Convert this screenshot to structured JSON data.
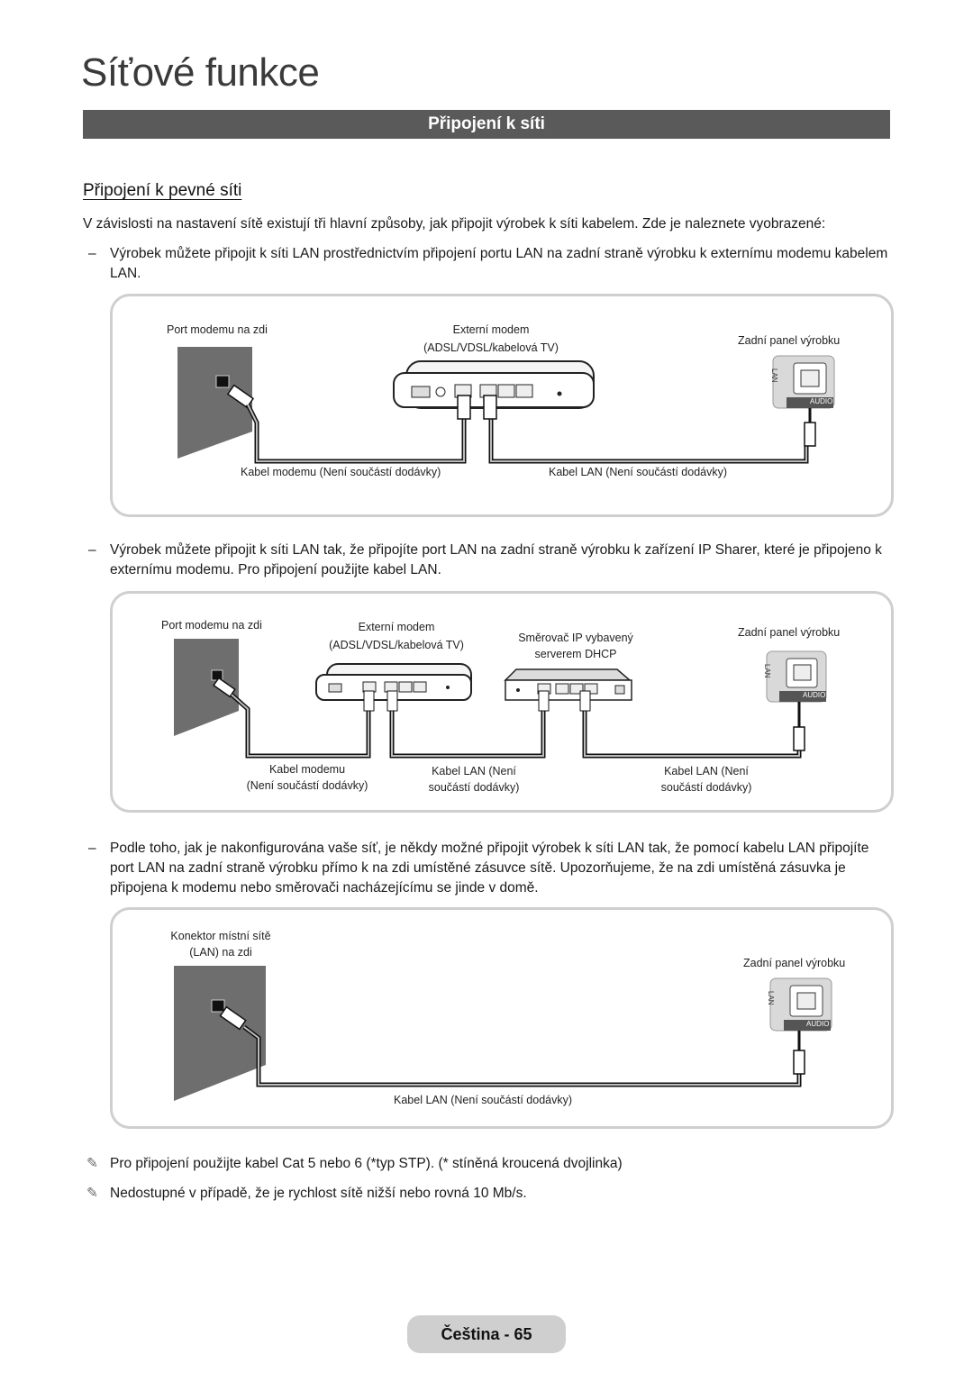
{
  "page": {
    "title": "Síťové funkce",
    "section_bar": "Připojení k síti",
    "subheading": "Připojení k pevné síti",
    "intro": "V závislosti na nastavení sítě existují tři hlavní způsoby, jak připojit výrobek k síti kabelem. Zde je naleznete vyobrazené:",
    "bullet_dash": "–",
    "bullets": [
      "Výrobek můžete připojit k síti LAN prostřednictvím připojení portu LAN na zadní straně výrobku k externímu modemu kabelem LAN.",
      "Výrobek můžete připojit k síti LAN tak, že připojíte port LAN na zadní straně výrobku k zařízení IP Sharer, které je připojeno k externímu modemu. Pro připojení použijte kabel LAN.",
      "Podle toho, jak je nakonfigurována vaše síť, je někdy možné připojit výrobek k síti LAN tak, že pomocí kabelu LAN připojíte port LAN na zadní straně výrobku přímo k na zdi umístěné zásuvce sítě. Upozorňujeme, že na zdi umístěná zásuvka je připojena k modemu nebo směrovači nacházejícímu se jinde v domě."
    ],
    "notes": [
      "Pro připojení použijte kabel Cat 5 nebo 6 (*typ STP). (* stíněná kroucená dvojlinka)",
      "Nedostupné v případě, že je rychlost sítě nižší nebo rovná 10 Mb/s."
    ],
    "note_icon": "pencil-note-icon",
    "footer": "Čeština - 65"
  },
  "diagram1": {
    "wall_port": "Port modemu na zdi",
    "modem_line1": "Externí modem",
    "modem_line2": "(ADSL/VDSL/kabelová TV)",
    "rear_panel": "Zadní panel výrobku",
    "modem_cable": "Kabel modemu (Není součástí dodávky)",
    "lan_cable": "Kabel LAN (Není součástí dodávky)",
    "lan_text": "LAN",
    "audio_text": "AUDIO"
  },
  "diagram2": {
    "wall_port": "Port modemu na zdi",
    "modem_line1": "Externí modem",
    "modem_line2": "(ADSL/VDSL/kabelová TV)",
    "router_line1": "Směrovač IP vybavený",
    "router_line2": "serverem DHCP",
    "rear_panel": "Zadní panel výrobku",
    "modem_cable_1": "Kabel modemu",
    "modem_cable_2": "(Není součástí dodávky)",
    "lan_cable_a1": "Kabel LAN (Není",
    "lan_cable_a2": "součástí dodávky)",
    "lan_cable_b1": "Kabel LAN (Není",
    "lan_cable_b2": "součástí dodávky)",
    "lan_text": "LAN",
    "audio_text": "AUDIO"
  },
  "diagram3": {
    "wall_line1": "Konektor místní sítě",
    "wall_line2": "(LAN) na zdi",
    "rear_panel": "Zadní panel výrobku",
    "lan_cable": "Kabel LAN (Není součástí dodávky)",
    "lan_text": "LAN",
    "audio_text": "AUDIO"
  }
}
